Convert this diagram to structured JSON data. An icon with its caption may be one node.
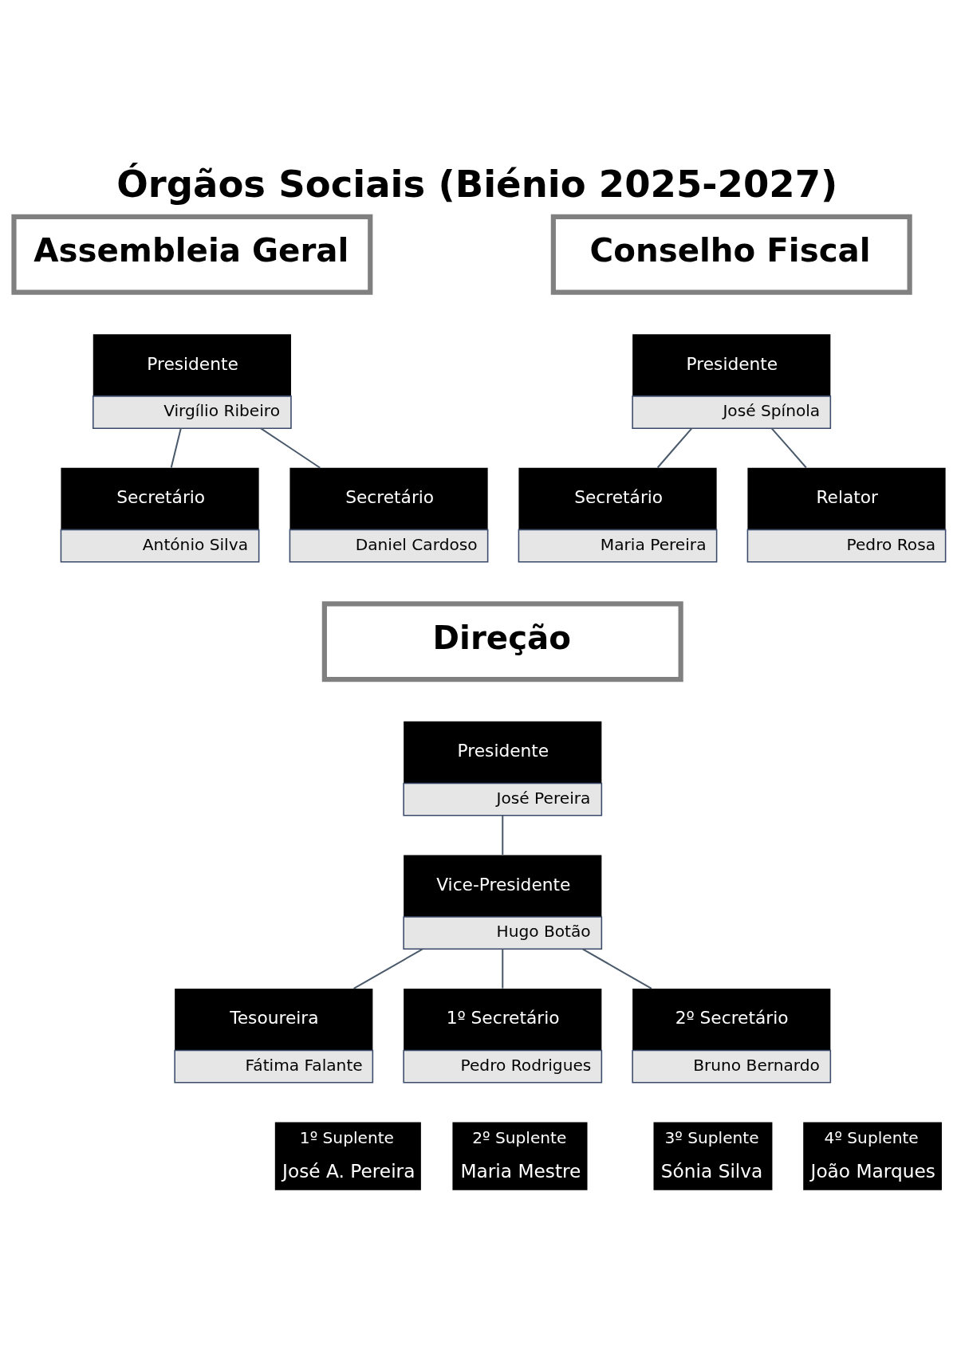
{
  "diagram": {
    "title": "Órgãos Sociais (Biénio 2025-2027)",
    "nodes": [
      {
        "text": [
          "Assembleia Geral"
        ]
      },
      {
        "text": [
          "Presidente",
          "Virgílio Ribeiro"
        ]
      },
      {
        "text": [
          "Secretário",
          "António Silva"
        ]
      },
      {
        "text": [
          "Secretário",
          "Daniel Cardoso"
        ]
      },
      {
        "text": [
          "Conselho Fiscal"
        ]
      },
      {
        "text": [
          "Presidente",
          "José Spínola"
        ]
      },
      {
        "text": [
          "Secretário",
          "Maria Pereira"
        ]
      },
      {
        "text": [
          "Relator",
          "Pedro Rosa"
        ]
      },
      {
        "text": [
          "Direção"
        ]
      },
      {
        "text": [
          "Presidente",
          "José Pereira"
        ]
      },
      {
        "text": [
          "Vice-Presidente",
          "Hugo Botão"
        ]
      },
      {
        "text": [
          "Tesoureira",
          "Fátima Falante"
        ]
      },
      {
        "text": [
          "1º Secretário",
          "Pedro Rodrigues"
        ]
      },
      {
        "text": [
          "2º Secretário",
          "Bruno Bernardo"
        ]
      },
      {
        "text": [
          "1º Suplente",
          "José A. Pereira"
        ]
      },
      {
        "text": [
          "2º Suplente",
          "Maria Mestre"
        ]
      },
      {
        "text": [
          "3º Suplente",
          "Sónia Silva"
        ]
      },
      {
        "text": [
          "4º Suplente",
          "João Marques"
        ]
      }
    ],
    "edges": [
      {
        "from": 1,
        "to": 2,
        "arrow": "none"
      },
      {
        "from": 1,
        "to": 3,
        "arrow": "none"
      },
      {
        "from": 5,
        "to": 6,
        "arrow": "none"
      },
      {
        "from": 5,
        "to": 7,
        "arrow": "none"
      },
      {
        "from": 9,
        "to": 10,
        "arrow": "none"
      },
      {
        "from": 10,
        "to": 11,
        "arrow": "none"
      },
      {
        "from": 10,
        "to": 12,
        "arrow": "none"
      },
      {
        "from": 10,
        "to": 13,
        "arrow": "none"
      }
    ]
  }
}
